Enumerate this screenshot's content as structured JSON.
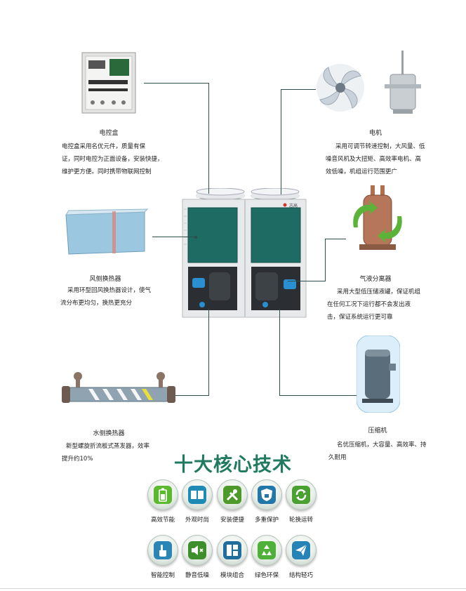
{
  "components": {
    "control_box": {
      "name": "电控盒",
      "lines": [
        "电控盒采用名优元件，质量有保",
        "证，同时电控为正面设备，安装快捷，",
        "维护更方便。同时携带物联网控制"
      ]
    },
    "motor": {
      "name": "电机",
      "lines": [
        "采用可调节转速控制，大风量、低",
        "噪音风机及大扭矩、高效率电机、高",
        "效低噪，机组运行范围更广"
      ]
    },
    "air_exchanger": {
      "name": "风侧换热器",
      "lines": [
        "采用环型回风换热器设计，使气",
        "流分布更均匀，换热更充分"
      ]
    },
    "separator": {
      "name": "气液分离器",
      "lines": [
        "采用大型低压储液罐，保证机组",
        "在任何工况下运行都不会发出液",
        "击，保证系统运行更可靠"
      ]
    },
    "water_exchanger": {
      "name": "水侧换热器",
      "lines": [
        "新型螺旋折流板式蒸发器，效率",
        "提升约10%"
      ]
    },
    "compressor": {
      "name": "压缩机",
      "lines": [
        "名优压缩机，大容量、高效率、持",
        "久耐用"
      ]
    }
  },
  "brand_logo_text": "志高",
  "section_title": "十大核心技术",
  "features": [
    {
      "label": "高效节能",
      "icon": "battery-icon",
      "color": "#5cb82e"
    },
    {
      "label": "外观时尚",
      "icon": "panels-icon",
      "color": "#1d8bb5"
    },
    {
      "label": "安装便捷",
      "icon": "tools-icon",
      "color": "#4d9a2a"
    },
    {
      "label": "多重保护",
      "icon": "lock-icon",
      "color": "#2277aa"
    },
    {
      "label": "轮换运转",
      "icon": "cycle-icon",
      "color": "#4aa030"
    },
    {
      "label": "智能控制",
      "icon": "touch-icon",
      "color": "#2b86b8"
    },
    {
      "label": "静音低噪",
      "icon": "mute-icon",
      "color": "#3c8f2a"
    },
    {
      "label": "模块组合",
      "icon": "module-icon",
      "color": "#1f6e9c"
    },
    {
      "label": "绿色环保",
      "icon": "recycle-icon",
      "color": "#4fb03a"
    },
    {
      "label": "结构轻巧",
      "icon": "paper-plane-icon",
      "color": "#2583b5"
    }
  ]
}
